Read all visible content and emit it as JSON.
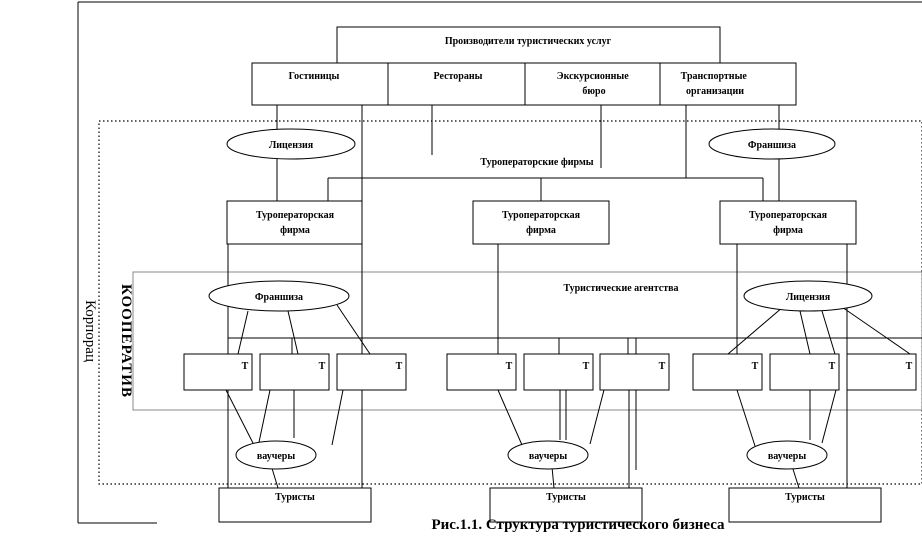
{
  "diagram": {
    "producers_title": "Производители туристических  услуг",
    "producers": [
      "Гостиницы",
      "Рестораны",
      "Экскурсионные бюро",
      "Транспортные организации"
    ],
    "license_label": "Лицензия",
    "franchise_label": "Франшиза",
    "tour_operators_group": "Туроператорские фирмы",
    "tour_operator": "Туроператорская фирма",
    "travel_agencies_group": "Туристические агентства",
    "agency_letter": "Т",
    "vouchers": "ваучеры",
    "tourists": "Туристы",
    "cooperative": "КООПЕРАТИВ",
    "corporation": "Корпорац",
    "caption": "Рис.1.1. Структура туристического бизнеса"
  }
}
